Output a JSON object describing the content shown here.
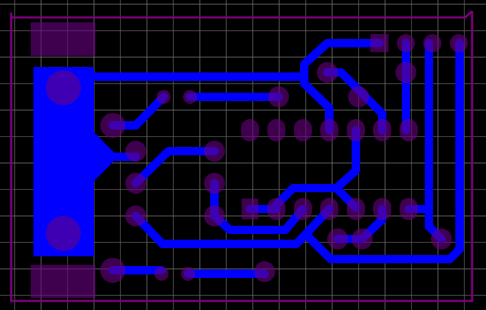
{
  "view": "pcb-layout-editor",
  "layers": {
    "copper": {
      "color": "#0000ff"
    },
    "pads": {
      "color": "#690082"
    },
    "board_outline": {
      "color": "#800080"
    },
    "grid": {
      "color": "#6a6a6a",
      "visible": true
    }
  },
  "components": {
    "connector": {
      "type": "barrel-jack",
      "pads": 2
    },
    "ic": {
      "type": "dip-14",
      "pins_per_row": 7
    },
    "header": {
      "type": "pin-header",
      "pins": 4
    }
  }
}
